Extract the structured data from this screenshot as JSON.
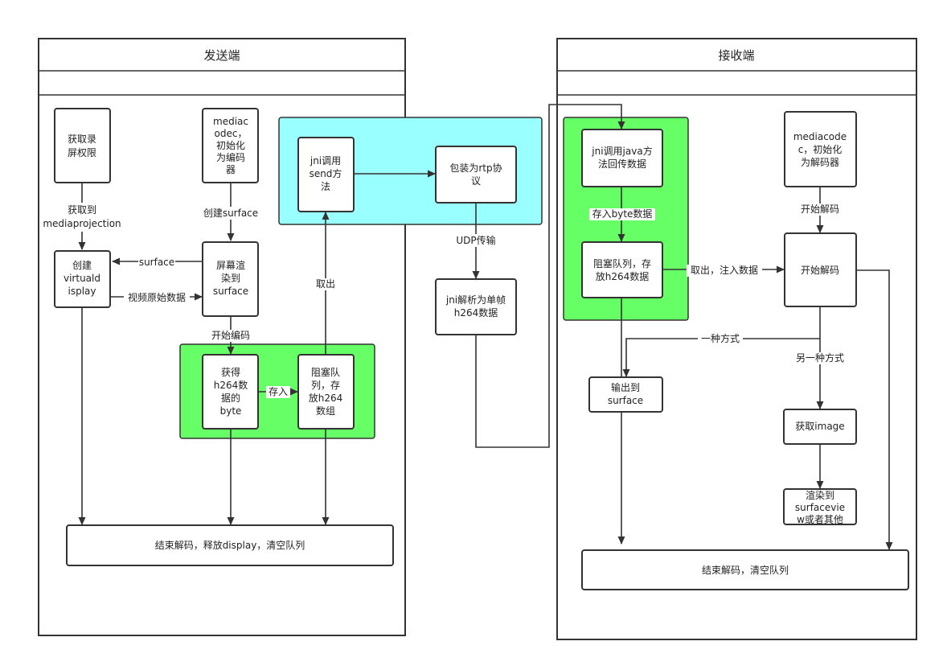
{
  "lanes": {
    "sender": {
      "title": "发送端"
    },
    "receiver": {
      "title": "接收端"
    }
  },
  "sender": {
    "get_permission": [
      "获取录",
      "屏权限"
    ],
    "mediacodec_init": [
      "mediac",
      "odec，",
      "初始化",
      "为编码",
      "器"
    ],
    "create_virtual_display": [
      "创建",
      "virtuald",
      "isplay"
    ],
    "render_to_surface": [
      "屏幕渲",
      "染到",
      "surface"
    ],
    "jni_send": [
      "jni调用",
      "send方",
      "法"
    ],
    "pack_rtp": [
      "包装为rtp协",
      "议"
    ],
    "get_h264_byte": [
      "获得",
      "h264数",
      "据的",
      "byte"
    ],
    "blocking_queue": [
      "阻塞队",
      "列，存",
      "放h264",
      "数组"
    ],
    "end": "结束解码，释放display，清空队列"
  },
  "middle": {
    "jni_parse": [
      "jni解析为单帧",
      "h264数据"
    ]
  },
  "receiver": {
    "jni_call_java": [
      "jni调用java方",
      "法回传数据"
    ],
    "blocking_queue": [
      "阻塞队列，存",
      "放h264数据"
    ],
    "mediacodec_init": [
      "mediacode",
      "c，初始化",
      "为解码器"
    ],
    "start_decode": "开始解码",
    "output_surface": [
      "输出到",
      "surface"
    ],
    "get_image": "获取image",
    "render_surfaceview": [
      "渲染到",
      "surfacevie",
      "w或者其他"
    ],
    "end": "结束解码，清空队列"
  },
  "edge_labels": {
    "got_mediaprojection": [
      "获取到",
      "mediaprojection"
    ],
    "create_surface": "创建surface",
    "surface": "surface",
    "raw_video_data": "视频原始数据",
    "start_encode": "开始编码",
    "store": "存入",
    "take_out": "取出",
    "udp": "UDP传输",
    "store_byte": "存入byte数据",
    "take_inject": "取出，注入数据",
    "start_decode": "开始解码",
    "one_way": "一种方式",
    "another_way": "另一种方式"
  }
}
